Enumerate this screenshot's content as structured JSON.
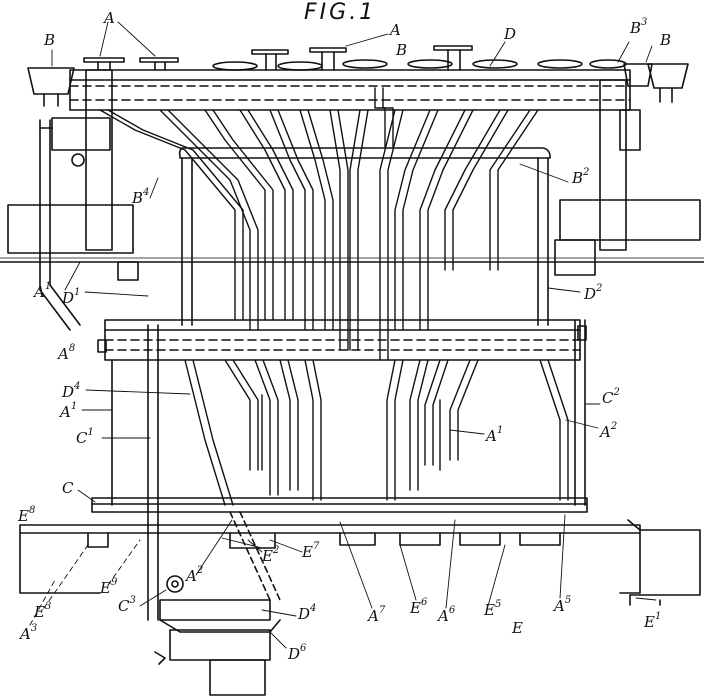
{
  "figure": {
    "title": "FIG.1"
  },
  "labels": [
    {
      "id": "A-top-left",
      "base": "A",
      "sup": ""
    },
    {
      "id": "A-top-center",
      "base": "A",
      "sup": ""
    },
    {
      "id": "B-top-left",
      "base": "B",
      "sup": ""
    },
    {
      "id": "B-top-center",
      "base": "B",
      "sup": ""
    },
    {
      "id": "D-top",
      "base": "D",
      "sup": ""
    },
    {
      "id": "B3",
      "base": "B",
      "sup": "3"
    },
    {
      "id": "B-top-right",
      "base": "B",
      "sup": ""
    },
    {
      "id": "B4",
      "base": "B",
      "sup": "4"
    },
    {
      "id": "B2",
      "base": "B",
      "sup": "2"
    },
    {
      "id": "A1-left-upper",
      "base": "A",
      "sup": "1"
    },
    {
      "id": "D1",
      "base": "D",
      "sup": "1"
    },
    {
      "id": "D2",
      "base": "D",
      "sup": "2"
    },
    {
      "id": "A8",
      "base": "A",
      "sup": "8"
    },
    {
      "id": "D4-left",
      "base": "D",
      "sup": "4"
    },
    {
      "id": "A1-left-lower",
      "base": "A",
      "sup": "1"
    },
    {
      "id": "C1",
      "base": "C",
      "sup": "1"
    },
    {
      "id": "C2",
      "base": "C",
      "sup": "2"
    },
    {
      "id": "A1-right",
      "base": "A",
      "sup": "1"
    },
    {
      "id": "A2-right",
      "base": "A",
      "sup": "2"
    },
    {
      "id": "C",
      "base": "C",
      "sup": ""
    },
    {
      "id": "E8",
      "base": "E",
      "sup": "8"
    },
    {
      "id": "A2-bottom",
      "base": "A",
      "sup": "2"
    },
    {
      "id": "E2",
      "base": "E",
      "sup": "2"
    },
    {
      "id": "E7",
      "base": "E",
      "sup": "7"
    },
    {
      "id": "E3",
      "base": "E",
      "sup": "3"
    },
    {
      "id": "E9",
      "base": "E",
      "sup": "9"
    },
    {
      "id": "A3",
      "base": "A",
      "sup": "3"
    },
    {
      "id": "C3",
      "base": "C",
      "sup": "3"
    },
    {
      "id": "D4-bottom",
      "base": "D",
      "sup": "4"
    },
    {
      "id": "A7",
      "base": "A",
      "sup": "7"
    },
    {
      "id": "E6",
      "base": "E",
      "sup": "6"
    },
    {
      "id": "A6",
      "base": "A",
      "sup": "6"
    },
    {
      "id": "E5",
      "base": "E",
      "sup": "5"
    },
    {
      "id": "A5",
      "base": "A",
      "sup": "5"
    },
    {
      "id": "E",
      "base": "E",
      "sup": ""
    },
    {
      "id": "E1",
      "base": "E",
      "sup": "1"
    },
    {
      "id": "D6",
      "base": "D",
      "sup": "6"
    }
  ]
}
